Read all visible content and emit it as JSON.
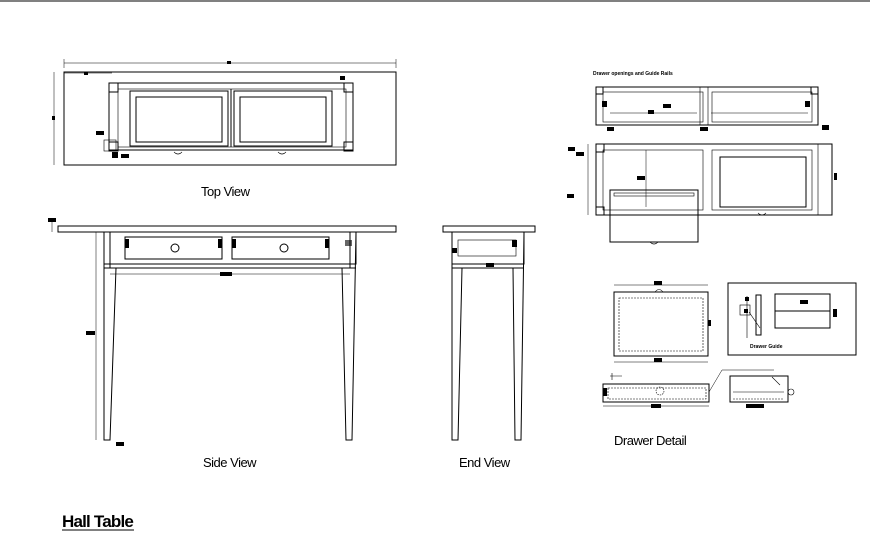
{
  "title": "Hall Table",
  "labels": {
    "top_view": "Top View",
    "side_view": "Side View",
    "end_view": "End View",
    "drawer_detail": "Drawer Detail",
    "drawer_openings": "Drawer openings and Guide Rails",
    "drawer_guide": "Drawer Guide"
  }
}
